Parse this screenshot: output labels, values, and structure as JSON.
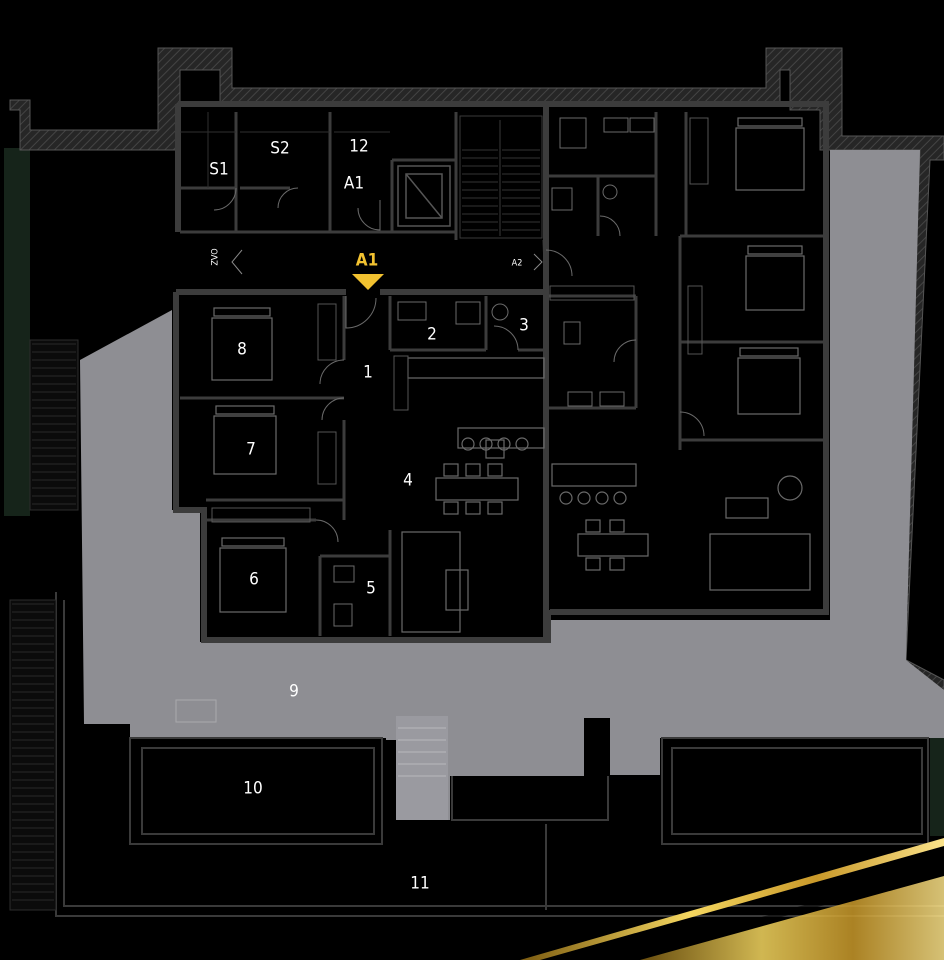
{
  "labels": {
    "s1": "S1",
    "s2": "S2",
    "r12": "12",
    "a1_small": "A1",
    "a1_entrance": "A1",
    "a2": "A2",
    "zvo": "ZVO",
    "r1": "1",
    "r2": "2",
    "r3": "3",
    "r4": "4",
    "r5": "5",
    "r6": "6",
    "r7": "7",
    "r8": "8",
    "r9": "9",
    "r10": "10",
    "r11": "11"
  },
  "colors": {
    "background": "#000000",
    "wall": "#3c3c3c",
    "terrace": "#8e8e93",
    "accent": "#f2c230",
    "green_hedge": "#16241a"
  }
}
